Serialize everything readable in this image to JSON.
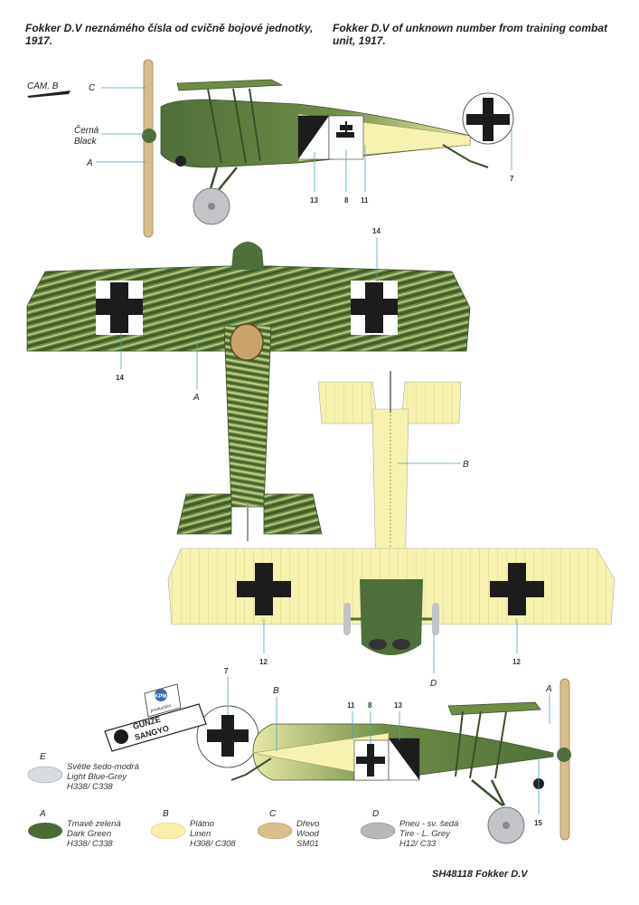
{
  "header": {
    "cz": "Fokker D.V  neznámého čísla od cvičně bojové jednotky, 1917.",
    "en": "Fokker D.V of unknown number from training combat unit, 1917."
  },
  "cam_label": "CAM. B",
  "side_view": {
    "letter_c": "C",
    "black_cz": "Černá",
    "black_en": "Black",
    "letter_a": "A",
    "num_13": "13",
    "num_8": "8",
    "num_11": "11",
    "num_7": "7"
  },
  "top_view": {
    "num_14_top": "14",
    "num_14_left": "14",
    "letter_a": "A"
  },
  "bottom_view": {
    "letter_b": "B",
    "num_12_left": "12",
    "num_12_right": "12",
    "letter_d": "D"
  },
  "right_view": {
    "num_7": "7",
    "letter_b": "B",
    "num_11": "11",
    "num_8": "8",
    "num_13": "13",
    "letter_a": "A",
    "num_15": "15"
  },
  "brand": {
    "kpm": "KPM",
    "production": "production",
    "gunze_1": "GUNZE",
    "gunze_2": "SANGYO"
  },
  "swatches": [
    {
      "key": "E",
      "cz": "Světle šedo-modrá",
      "en": "Light Blue-Grey",
      "code": "H338/ C338",
      "color": "#d8dbe0"
    },
    {
      "key": "A",
      "cz": "Tmavě zelená",
      "en": "Dark Green",
      "code": "H338/ C338",
      "color": "#4a6b36"
    },
    {
      "key": "B",
      "cz": "Plátno",
      "en": "Linen",
      "code": "H308/ C308",
      "color": "#f6f0a8"
    },
    {
      "key": "C",
      "cz": "Dřevo",
      "en": "Wood",
      "code": "SM01",
      "color": "#d9bf8c"
    },
    {
      "key": "D",
      "cz": "Pneu - sv. šedá",
      "en": "Tire - L. Grey",
      "code": "H12/ C33",
      "color": "#b5b7ba"
    }
  ],
  "footer": "SH48118 Fokker D.V",
  "colors": {
    "dark_green": "#4f6f3a",
    "linen": "#f7f2b0",
    "wood": "#d6bd8a",
    "tire": "#c2c4c7",
    "leader": "#4aa3c9"
  }
}
